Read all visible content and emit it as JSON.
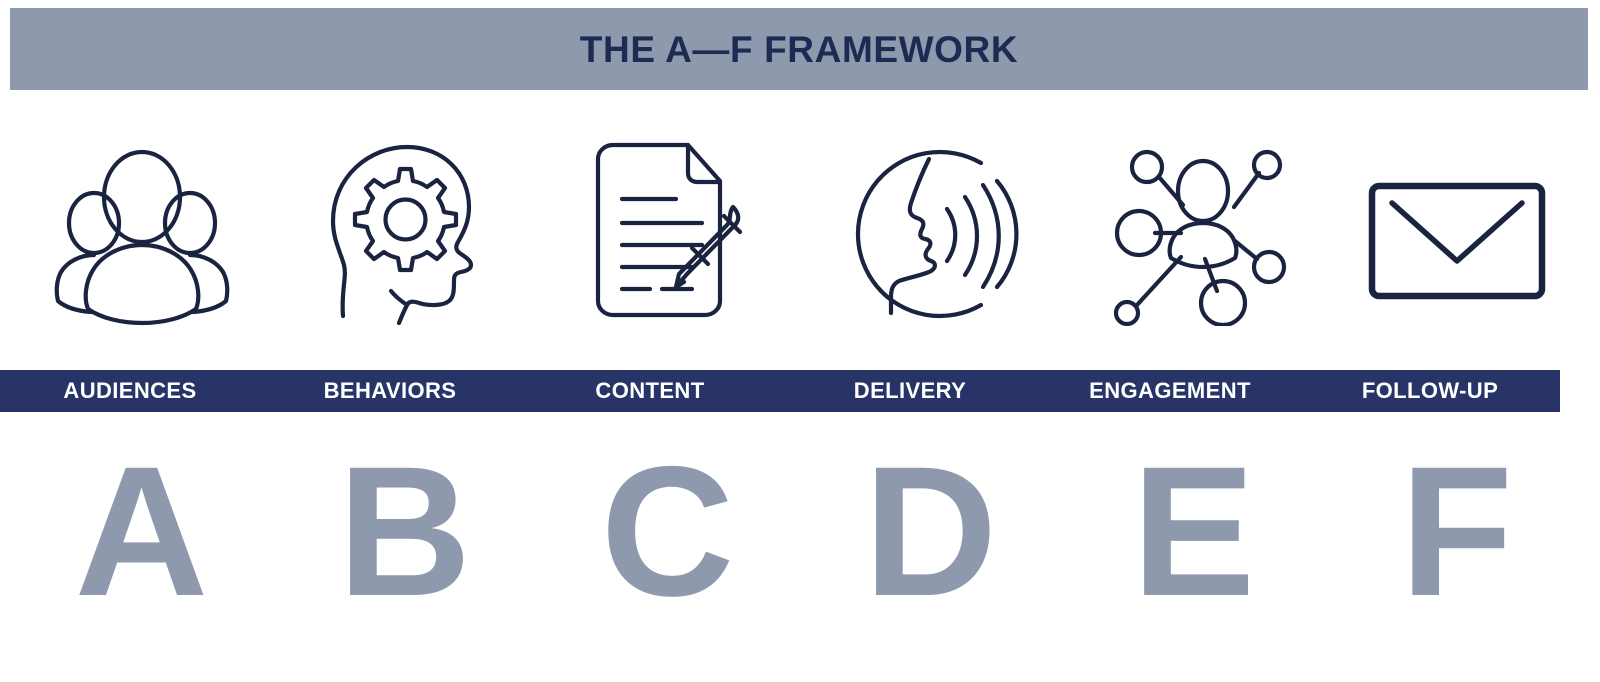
{
  "header": {
    "title": "THE A—F FRAMEWORK",
    "bar_color": "#8e99ad",
    "title_color": "#1d2b52"
  },
  "label_bar": {
    "bar_color": "#283468",
    "text_color": "#ffffff"
  },
  "letters_color": "#8e99ad",
  "icon_stroke_color": "#1a2340",
  "columns": [
    {
      "letter": "A",
      "label": "AUDIENCES",
      "icon": "people-group-icon"
    },
    {
      "letter": "B",
      "label": "BEHAVIORS",
      "icon": "head-gear-icon"
    },
    {
      "letter": "C",
      "label": "CONTENT",
      "icon": "document-pencil-icon"
    },
    {
      "letter": "D",
      "label": "DELIVERY",
      "icon": "speaking-face-waves-icon"
    },
    {
      "letter": "E",
      "label": "ENGAGEMENT",
      "icon": "network-person-icon"
    },
    {
      "letter": "F",
      "label": "FOLLOW-UP",
      "icon": "envelope-icon"
    }
  ]
}
